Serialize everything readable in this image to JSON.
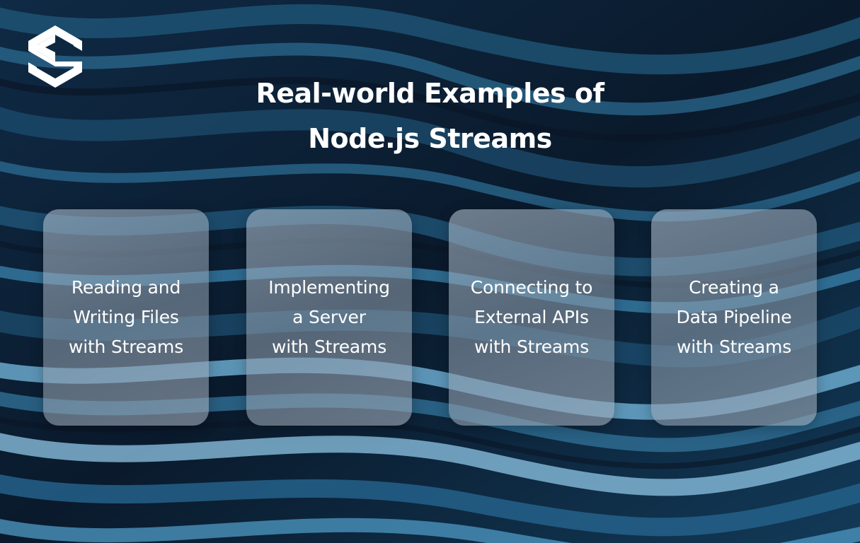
{
  "title": {
    "line1": "Real-world Examples of",
    "line2": "Node.js Streams"
  },
  "logo": {
    "icon": "s-logo-icon"
  },
  "cards": [
    {
      "lines": [
        "Reading and",
        "Writing Files",
        "with Streams"
      ]
    },
    {
      "lines": [
        "Implementing",
        "a Server",
        "with Streams"
      ]
    },
    {
      "lines": [
        "Connecting to",
        "External APIs",
        "with Streams"
      ]
    },
    {
      "lines": [
        "Creating a",
        "Data Pipeline",
        "with Streams"
      ]
    }
  ],
  "colors": {
    "background_dark": "#0b1f33",
    "wave_blue": "#2f6f95",
    "wave_light": "#7fb6d6",
    "card_fill": "#9eaebe",
    "text": "#ffffff"
  }
}
